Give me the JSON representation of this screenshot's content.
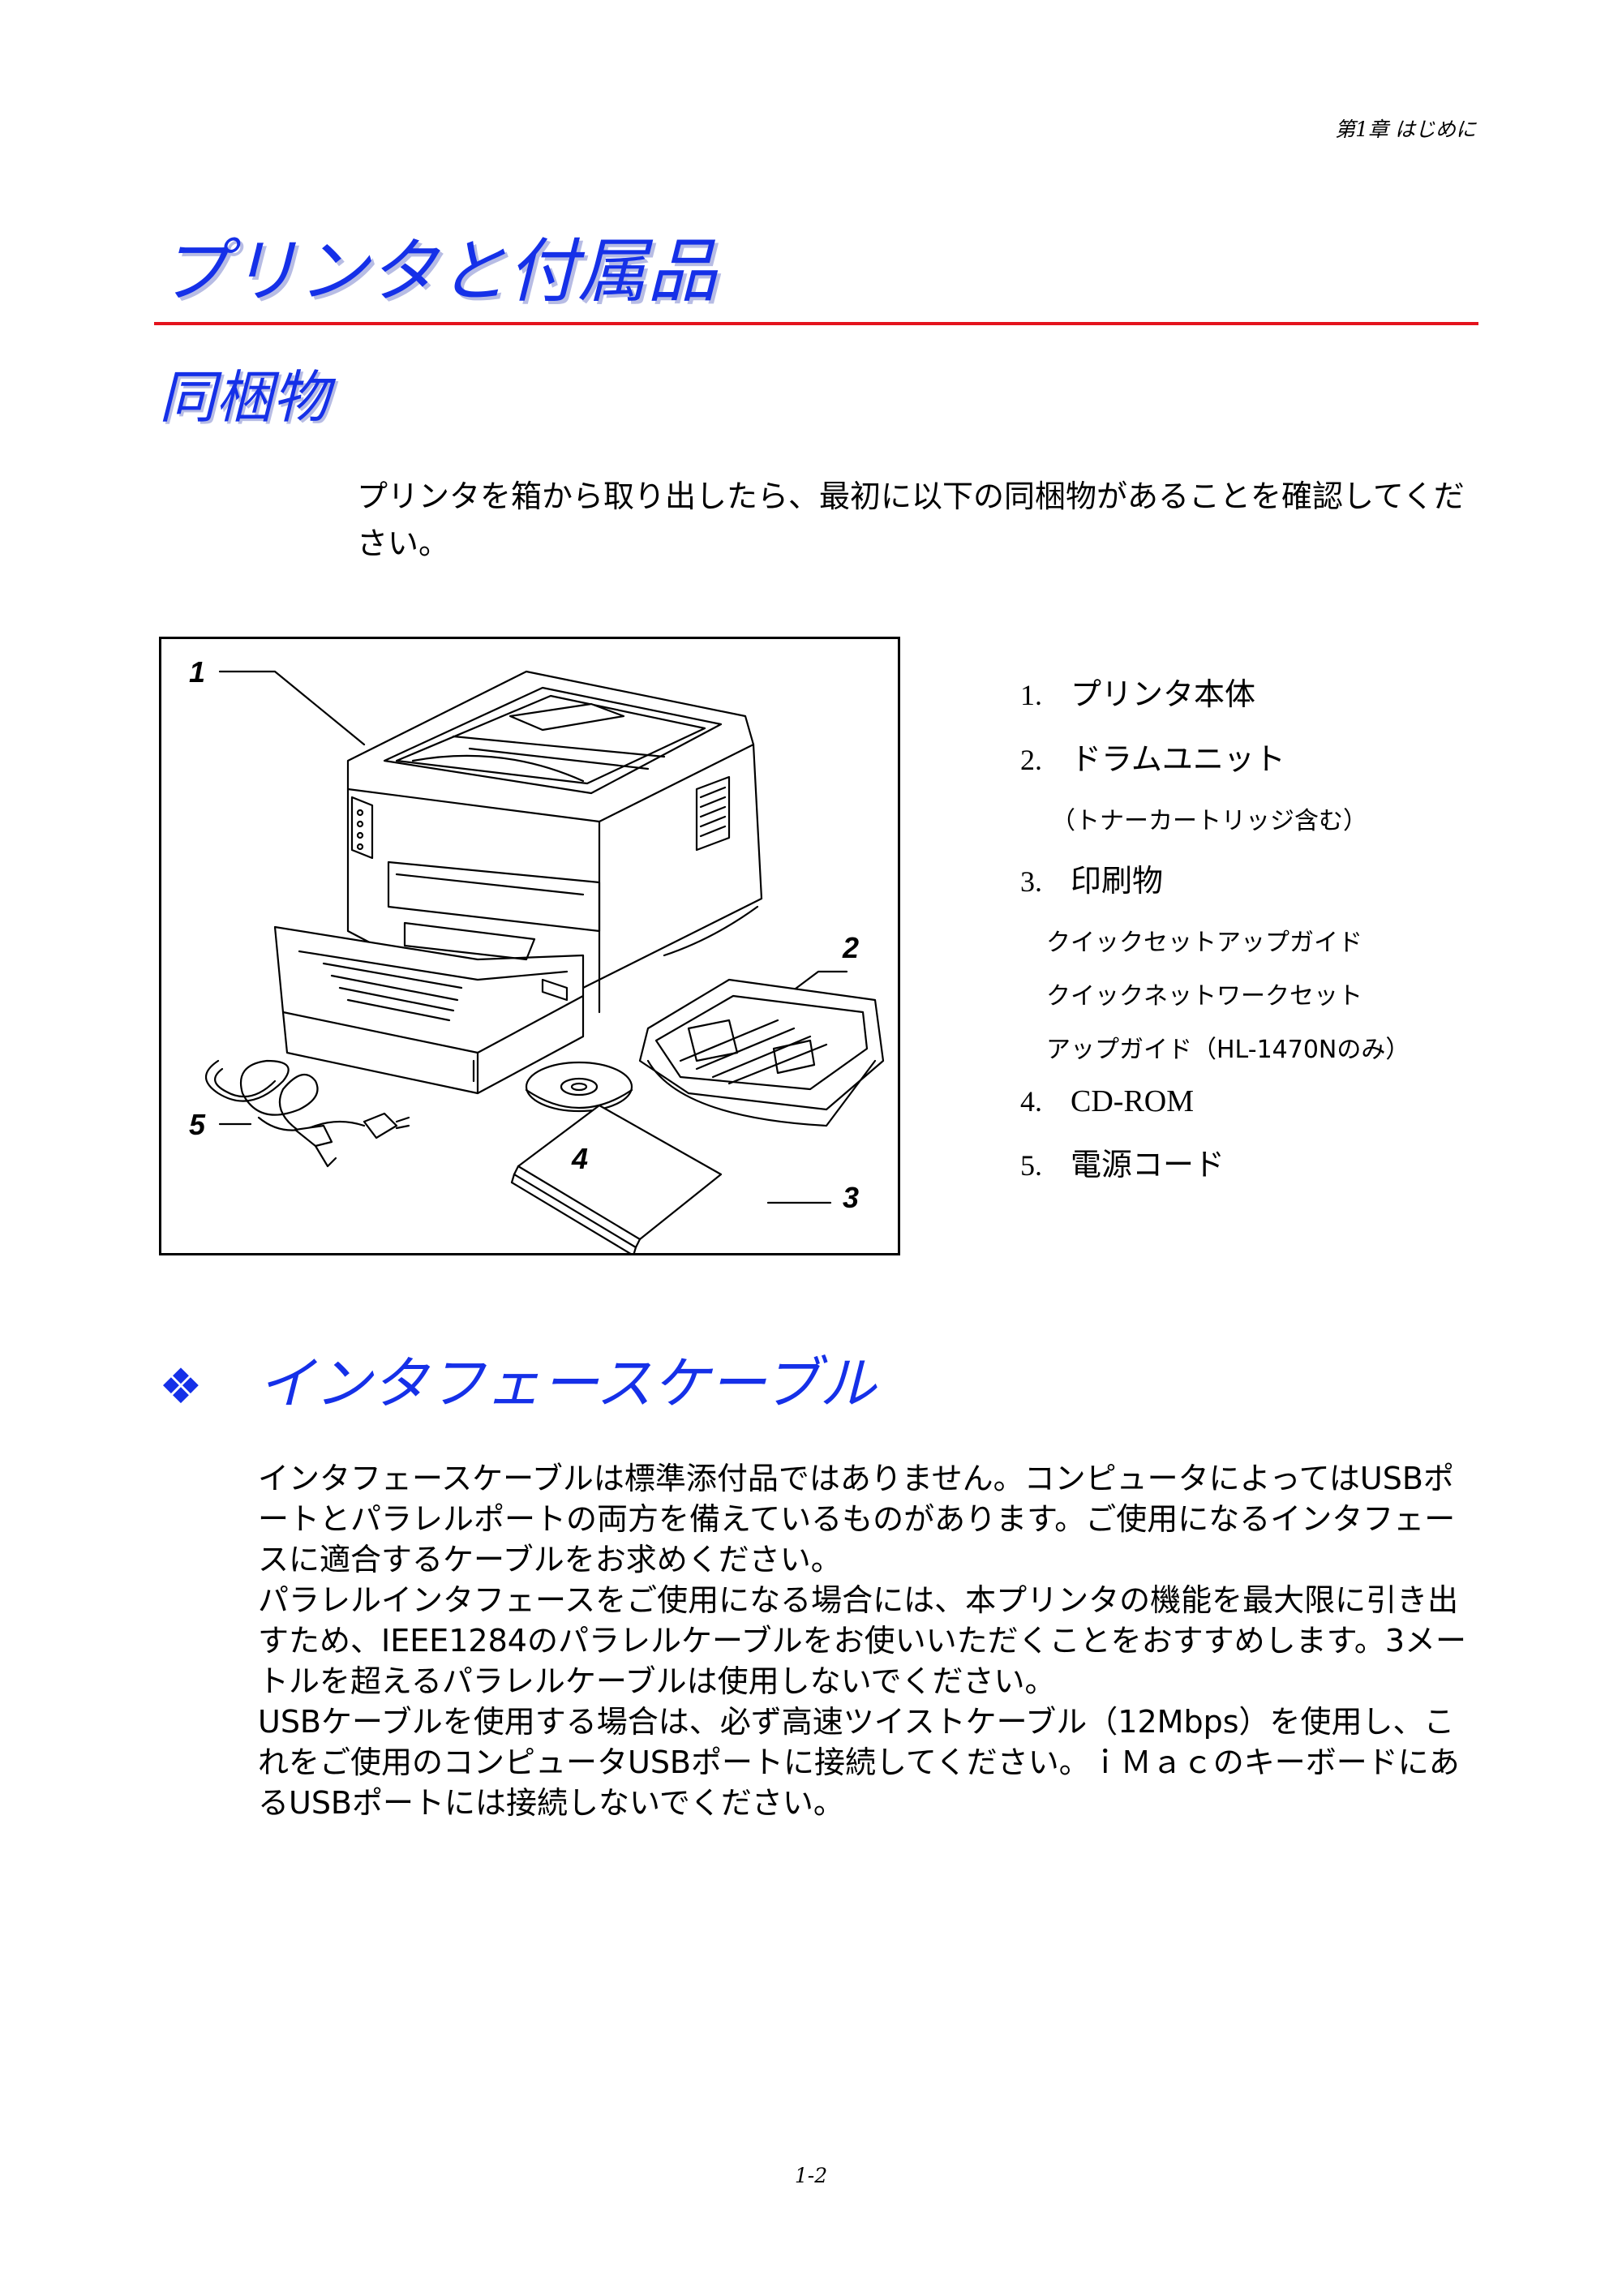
{
  "header": {
    "chapter": "第1章 はじめに"
  },
  "title": {
    "main": "プリンタと付属品",
    "section": "同梱物"
  },
  "intro": "プリンタを箱から取り出したら、最初に以下の同梱物があることを確認してください。",
  "figure": {
    "callouts": [
      "1",
      "2",
      "3",
      "4",
      "5"
    ]
  },
  "legend": {
    "items": [
      {
        "num": "1.",
        "label": "プリンタ本体"
      },
      {
        "num": "2.",
        "label": "ドラムユニット"
      },
      {
        "num": "3.",
        "label": "印刷物"
      },
      {
        "num": "4.",
        "label": "CD-ROM"
      },
      {
        "num": "5.",
        "label": "電源コード"
      }
    ],
    "drum_note": "（トナーカートリッジ含む）",
    "printed": [
      "クイックセットアップガイド",
      "クイックネットワークセット",
      "アップガイド（HL-1470Nのみ）"
    ]
  },
  "interface": {
    "title": "インタフェースケーブル",
    "paragraphs": [
      "インタフェースケーブルは標準添付品ではありません。コンピュータによってはUSBポートとパラレルポートの両方を備えているものがあります。ご使用になるインタフェースに適合するケーブルをお求めください。",
      "パラレルインタフェースをご使用になる場合には、本プリンタの機能を最大限に引き出すため、IEEE1284のパラレルケーブルをお使いいただくことをおすすめします。3メートルを超えるパラレルケーブルは使用しないでください。",
      "USBケーブルを使用する場合は、必ず高速ツイストケーブル（12Mbps）を使用し、これをご使用のコンピュータUSBポートに接続してください。ｉＭａｃのキーボードにあるUSBポートには接続しないでください。"
    ]
  },
  "footer": {
    "page": "1-2"
  }
}
